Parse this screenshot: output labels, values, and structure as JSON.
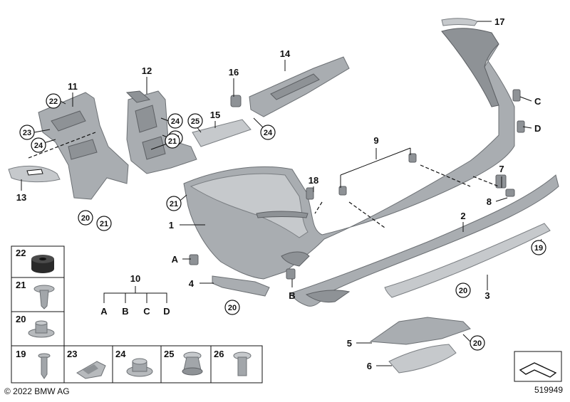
{
  "copyright": "© 2022 BMW AG",
  "diagram_id": "519949",
  "part_numbers": {
    "p1": "1",
    "p2": "2",
    "p3": "3",
    "p4": "4",
    "p5": "5",
    "p6": "6",
    "p7": "7",
    "p8": "8",
    "p9": "9",
    "p10": "10",
    "p11": "11",
    "p12": "12",
    "p13": "13",
    "p14": "14",
    "p15": "15",
    "p16": "16",
    "p17": "17",
    "p18": "18"
  },
  "circled_numbers": {
    "c19": "19",
    "c20": "20",
    "c21": "21",
    "c22": "22",
    "c23": "23",
    "c24": "24",
    "c25": "25"
  },
  "letters": {
    "a": "A",
    "b": "B",
    "c": "C",
    "d": "D"
  },
  "table": {
    "r22": "22",
    "r21": "21",
    "r20": "20",
    "r19": "19",
    "r23": "23",
    "r24": "24",
    "r25": "25",
    "r26": "26"
  },
  "variants": {
    "label": "10",
    "letters": [
      "A",
      "B",
      "C",
      "D"
    ]
  }
}
